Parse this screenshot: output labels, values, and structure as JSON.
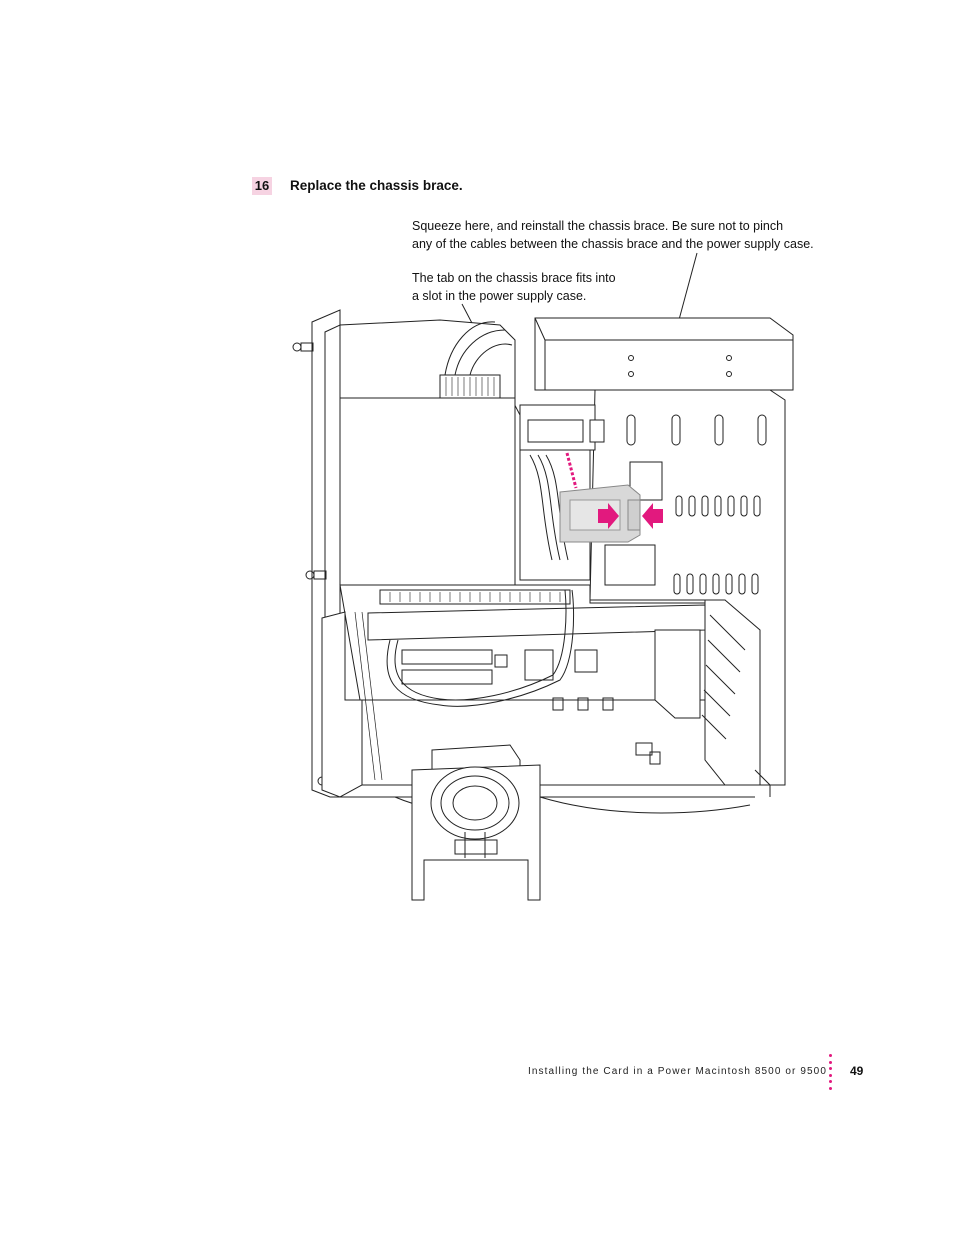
{
  "step": {
    "number": "16",
    "title": "Replace the chassis brace."
  },
  "callouts": {
    "squeeze_line1": "Squeeze here, and reinstall the chassis brace. Be sure not to pinch",
    "squeeze_line2": "any of the cables between the chassis brace and the power supply case.",
    "tab_line1": "The tab on the chassis brace fits into",
    "tab_line2": "a slot in the power supply case."
  },
  "colors": {
    "accent": "#e2197e",
    "step_badge": "#f6d3e2",
    "brace_fill": "#d8d8d8"
  },
  "footer": {
    "text": "Installing the Card in a Power Macintosh 8500 or 9500",
    "page": "49"
  }
}
